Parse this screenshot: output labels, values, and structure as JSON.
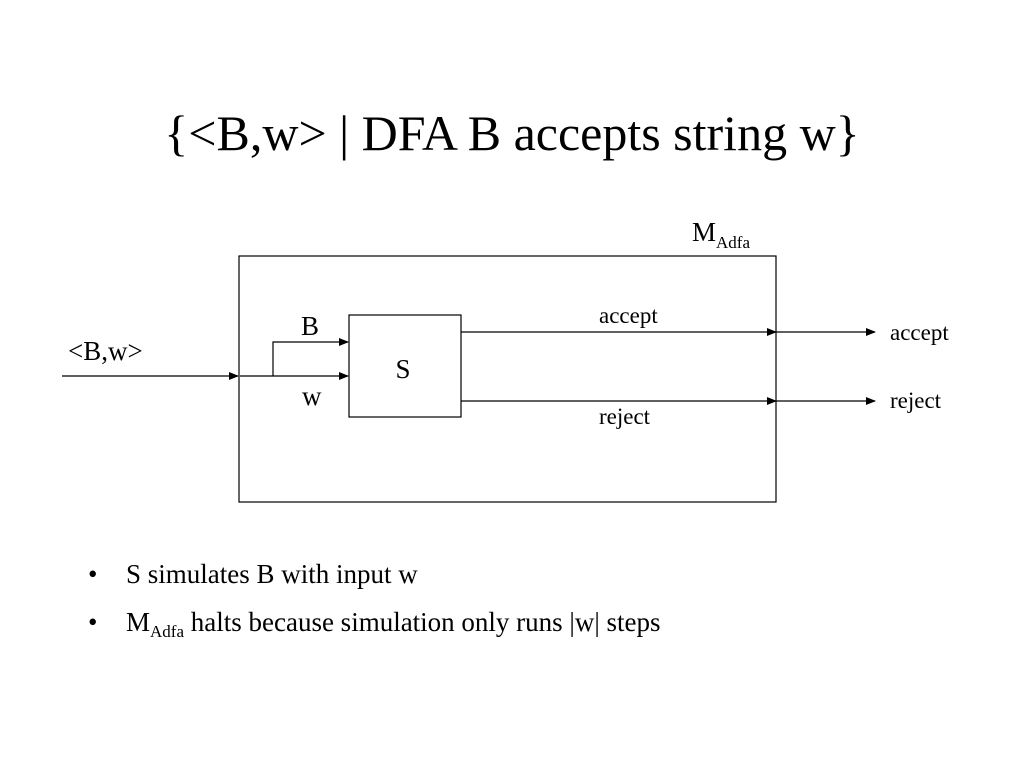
{
  "slide": {
    "title": "{<B,w> | DFA B accepts string w}"
  },
  "diagram": {
    "machine_label": {
      "main": "M",
      "subscript": "Adfa"
    },
    "input_label": "<B,w>",
    "simulator_label": "S",
    "input_b_label": "B",
    "input_w_label": "w",
    "inner_accept_label": "accept",
    "inner_reject_label": "reject",
    "outer_accept_label": "accept",
    "outer_reject_label": "reject"
  },
  "bullets": [
    {
      "text": "S simulates B with input w"
    },
    {
      "prefix": "M",
      "subscript": "Adfa",
      "text": " halts because simulation only runs |w| steps"
    }
  ],
  "bullet_glyph": "•"
}
